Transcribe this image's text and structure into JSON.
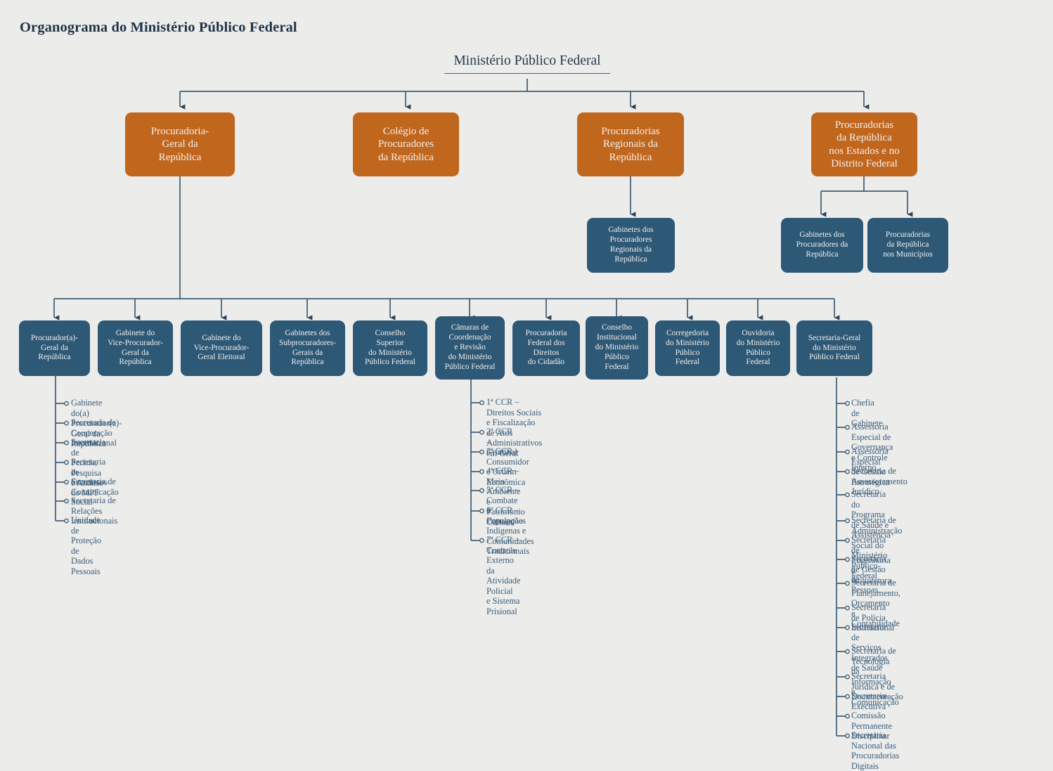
{
  "page": {
    "title": "Organograma do Ministério Público Federal",
    "background_color": "#ececea",
    "orange_color": "#c1661d",
    "blue_color": "#2d5876",
    "line_color": "#3f5d74",
    "text_color": "#3a5d7c"
  },
  "root": {
    "label": "Ministério Público Federal"
  },
  "tier1": [
    {
      "label": "Procuradoria-\nGeral da\nRepública"
    },
    {
      "label": "Colégio de\nProcuradores\nda República"
    },
    {
      "label": "Procuradorias\nRegionais da\nRepública"
    },
    {
      "label": "Procuradorias\nda República\nnos Estados e no\nDistrito Federal"
    }
  ],
  "tier2": [
    {
      "label": "Gabinetes dos\nProcuradores\nRegionais da\nRepública"
    },
    {
      "label": "Gabinetes dos\nProcuradores da\nRepública"
    },
    {
      "label": "Procuradorias\nda República\nnos Municípios"
    }
  ],
  "tier3": [
    {
      "label": "Procurador(a)-\nGeral da\nRepública"
    },
    {
      "label": "Gabinete do\nVice-Procurador-\nGeral da\nRepública"
    },
    {
      "label": "Gabinete do\nVice-Procurador-\nGeral Eleitoral"
    },
    {
      "label": "Gabinetes dos\nSubprocuradores-\nGerais da\nRepública"
    },
    {
      "label": "Conselho\nSuperior\ndo Ministério\nPúblico Federal"
    },
    {
      "label": "Câmaras de\nCoordenação\ne Revisão\ndo Ministério\nPúblico Federal"
    },
    {
      "label": "Procuradoria\nFederal dos\nDireitos\ndo Cidadão"
    },
    {
      "label": "Conselho\nInstitucional\ndo Ministério\nPúblico\nFederal"
    },
    {
      "label": "Corregedoria\ndo Ministério\nPúblico\nFederal"
    },
    {
      "label": "Ouvidoria\ndo Ministério\nPúblico\nFederal"
    },
    {
      "label": "Secretaria-Geral\ndo Ministério\nPúblico Federal"
    }
  ],
  "pgr_units": [
    {
      "label": "Gabinete  do(a) Procurador(a)-Geral da República"
    },
    {
      "label": "Secretaria de Cooperação Internacional"
    },
    {
      "label": "Secretaria de Perícia, Pesquisa e Análise"
    },
    {
      "label": "Secretaria de Concursos do MPF"
    },
    {
      "label": "Secretaria de Comunicação Social"
    },
    {
      "label": "Secretaria de Relações Institucionais"
    },
    {
      "label": "Unidade de Proteção de Dados Pessoais"
    }
  ],
  "ccr_units": [
    {
      "label": "1ª CCR – Direitos Sociais e Fiscalização\nde Atos Administrativos em Geral"
    },
    {
      "label": "2ª CCR – Criminal"
    },
    {
      "label": "3ª CCR – Consumidor e Ordem Econômica"
    },
    {
      "label": "4ª CCR – Meio Ambiente e Patrimônio Cultural"
    },
    {
      "label": "5ª CCR – Combate à Corrupção"
    },
    {
      "label": "6ª CCR – Populações Indígenas e Comunidades\nTradicionais"
    },
    {
      "label": "7ª CCR – Controle Externo da Atividade Policial\ne Sistema Prisional"
    }
  ],
  "sg_units": [
    {
      "label": "Chefia de Gabinete"
    },
    {
      "label": "Assessoria Especial de Governança\ne Controle Interno"
    },
    {
      "label": "Assessoria Especial de Gestão Estratégica"
    },
    {
      "label": "Secretaria de Assessoramento Jurídico"
    },
    {
      "label": "Secretaria do Programa de Saúde e Assistência\nSocial do Ministério Público Federal"
    },
    {
      "label": "Secretaria de Administração"
    },
    {
      "label": "Secretaria de Engenharia e Arquitetura"
    },
    {
      "label": "Secretaria de Gestão de Pessoas"
    },
    {
      "label": "Secretaria de Planejamento, Orçamento\ne Contabilidade"
    },
    {
      "label": "Secretaria de Polícia Institucional"
    },
    {
      "label": "Secretaria de Serviços Integrados de Saúde"
    },
    {
      "label": "Secretaria de Tecnologia da Informação\ne Comunicação"
    },
    {
      "label": "Secretaria Jurídica e de Documentação"
    },
    {
      "label": "Secretaria-Executiva"
    },
    {
      "label": "Comissão Permanente Disciplinar"
    },
    {
      "label": "Secretaria Nacional das Procuradorias Digitais"
    }
  ]
}
